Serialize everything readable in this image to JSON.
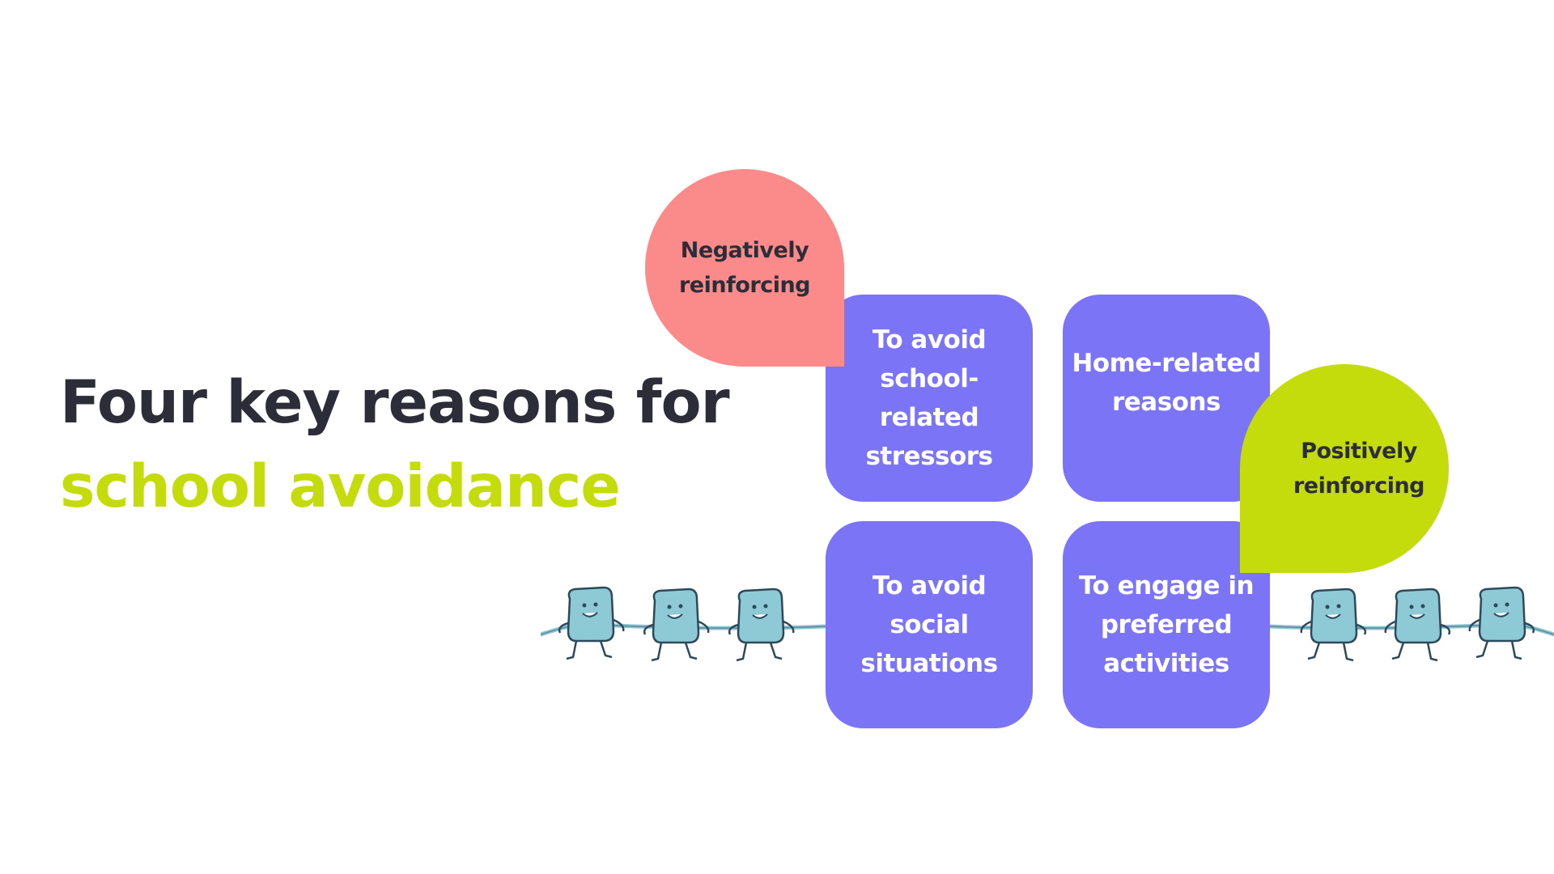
{
  "title": {
    "line1": "Four key reasons for",
    "line2": "school avoidance"
  },
  "reasons": [
    {
      "lines": [
        "To avoid",
        "school-related",
        "stressors"
      ]
    },
    {
      "lines": [
        "Home-related",
        "reasons"
      ]
    },
    {
      "lines": [
        "To avoid",
        "social",
        "situations"
      ]
    },
    {
      "lines": [
        "To engage in",
        "preferred",
        "activities"
      ]
    }
  ],
  "reinforcement": {
    "negative": {
      "lines": [
        "Negatively",
        "reinforcing"
      ]
    },
    "positive": {
      "lines": [
        "Positively",
        "reinforcing"
      ]
    }
  },
  "colors": {
    "heading": "#2d2d3a",
    "accent_green": "#c5dc0c",
    "tile_purple": "#7b74f7",
    "bubble_coral": "#fb8a8a",
    "character_blue": "#8ec9d6"
  },
  "illustration": {
    "left_team": "tug-of-war-characters-pulling-left",
    "right_team": "tug-of-war-characters-pulling-right"
  }
}
